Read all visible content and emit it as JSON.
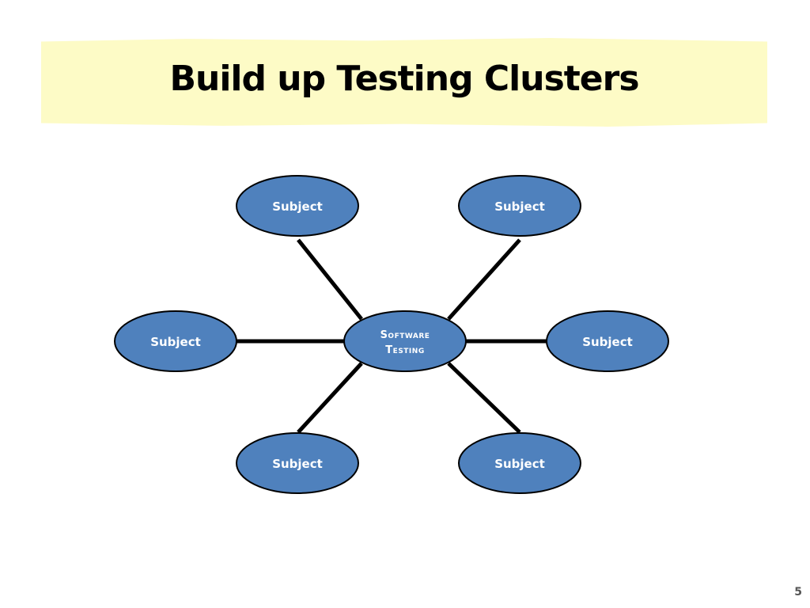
{
  "slide": {
    "title": "Build up Testing Clusters",
    "page_number": "5",
    "title_band_color": "#fdfbc6"
  },
  "diagram": {
    "node_fill": "#4f81bd",
    "node_stroke": "#000000",
    "connector_color": "#000000",
    "center": {
      "line1": "Software",
      "line2": "Testing"
    },
    "subjects": [
      {
        "label": "Subject"
      },
      {
        "label": "Subject"
      },
      {
        "label": "Subject"
      },
      {
        "label": "Subject"
      },
      {
        "label": "Subject"
      },
      {
        "label": "Subject"
      }
    ]
  }
}
